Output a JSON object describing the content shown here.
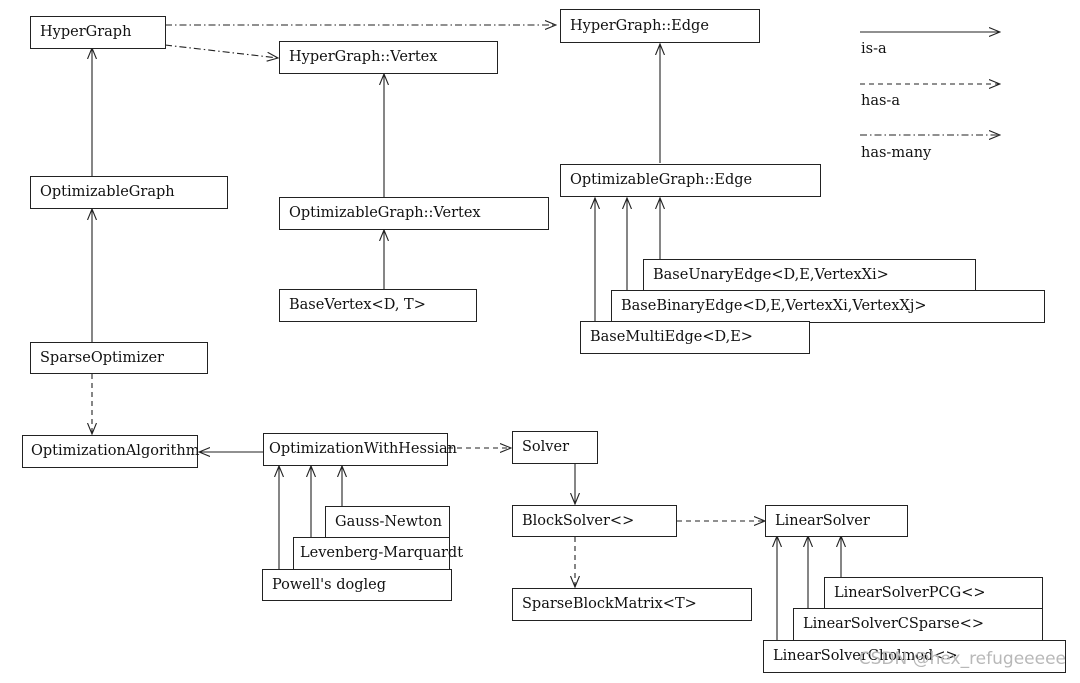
{
  "nodes": {
    "hypergraph": "HyperGraph",
    "hypergraph_vertex": "HyperGraph::Vertex",
    "hypergraph_edge": "HyperGraph::Edge",
    "optimizable_graph": "OptimizableGraph",
    "optimizable_graph_vertex": "OptimizableGraph::Vertex",
    "optimizable_graph_edge": "OptimizableGraph::Edge",
    "base_vertex": "BaseVertex<D, T>",
    "base_unary_edge": "BaseUnaryEdge<D,E,VertexXi>",
    "base_binary_edge": "BaseBinaryEdge<D,E,VertexXi,VertexXj>",
    "base_multi_edge": "BaseMultiEdge<D,E>",
    "sparse_optimizer": "SparseOptimizer",
    "optimization_algorithm": "OptimizationAlgorithm",
    "optimization_with_hessian": "OptimizationWithHessian",
    "solver": "Solver",
    "gauss_newton": "Gauss-Newton",
    "levenberg_marquardt": "Levenberg-Marquardt",
    "powells_dogleg": "Powell's dogleg",
    "block_solver": "BlockSolver<>",
    "linear_solver": "LinearSolver",
    "sparse_block_matrix": "SparseBlockMatrix<T>",
    "linear_solver_pcg": "LinearSolverPCG<>",
    "linear_solver_csparse": "LinearSolverCSparse<>",
    "linear_solver_cholmod": "LinearSolverCholmod<>"
  },
  "legend": {
    "is_a": "is-a",
    "has_a": "has-a",
    "has_many": "has-many"
  },
  "watermark": "CSDN @hex_refugeeeee"
}
